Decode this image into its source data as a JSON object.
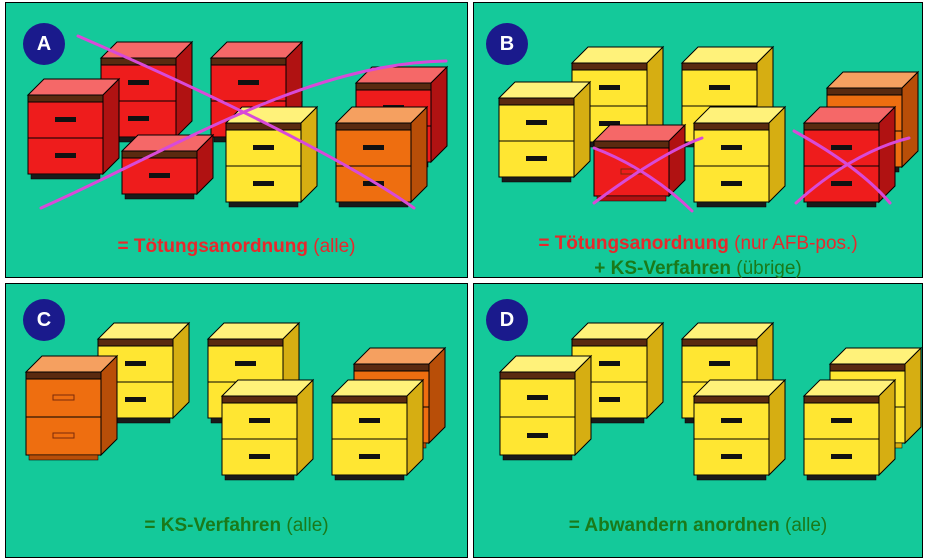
{
  "panels": {
    "a": {
      "label": "A",
      "caption_bold": "= Tötungsanordnung",
      "caption_rest": " (alle)"
    },
    "b": {
      "label": "B",
      "line1_bold": "= Tötungsanordnung",
      "line1_rest": " (nur AFB-pos.)",
      "line2_bold": "+ KS-Verfahren",
      "line2_rest": " (übrige)"
    },
    "c": {
      "label": "C",
      "caption_bold": "= KS-Verfahren",
      "caption_rest": " (alle)"
    },
    "d": {
      "label": "D",
      "caption_bold": "= Abwandern anordnen",
      "caption_rest": " (alle)"
    }
  },
  "colors": {
    "panel_bg": "#14c99a",
    "badge": "#1a1a8c",
    "hive_red": "#ee1c1c",
    "hive_orange": "#ee6e10",
    "hive_yellow": "#ffe632",
    "cross": "#d84ad8",
    "text_red": "#e8282b",
    "text_green": "#1a7a1a"
  }
}
